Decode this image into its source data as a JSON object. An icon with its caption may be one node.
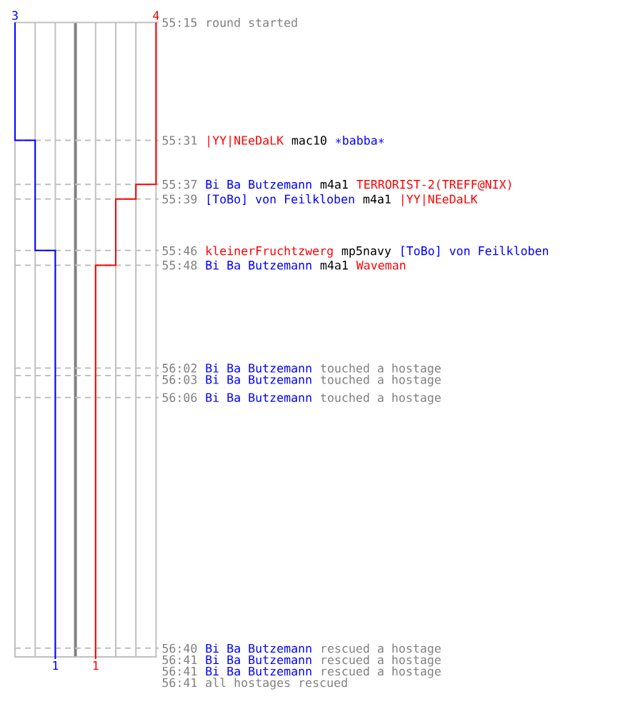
{
  "diagram": {
    "labels": [
      "3",
      "4",
      "55:15",
      "round started",
      "55:31",
      "|YY|NEeDaLK",
      "mac10",
      "∗babba∗",
      "55:37",
      "Bi Ba Butzemann",
      "m4a1",
      "TERRORIST-2(TREFF@NIX)",
      "55:39",
      "[ToBo] von Feilkloben",
      "m4a1",
      "|YY|NEeDaLK",
      "55:46",
      "kleinerFruchtzwerg",
      "mp5navy",
      "[ToBo] von Feilkloben",
      "55:48",
      "Bi Ba Butzemann",
      "m4a1",
      "Waveman",
      "56:02",
      "Bi Ba Butzemann",
      "touched a hostage",
      "56:03",
      "Bi Ba Butzemann",
      "touched a hostage",
      "56:06",
      "Bi Ba Butzemann",
      "touched a hostage",
      "56:40",
      "Bi Ba Butzemann",
      "rescued a hostage",
      "1",
      "1",
      "56:41",
      "Bi Ba Butzemann",
      "rescued a hostage",
      "56:41",
      "Bi Ba Butzemann",
      "rescued a hostage",
      "56:41",
      "all hostages rescued"
    ]
  }
}
